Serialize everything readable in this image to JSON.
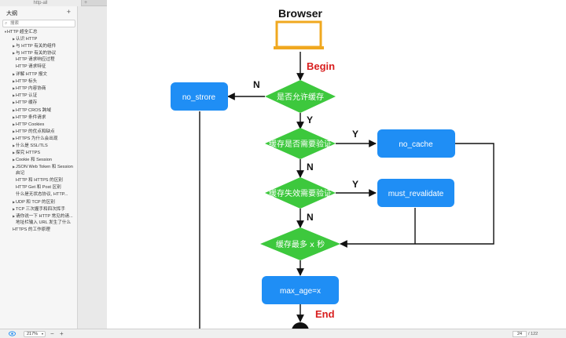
{
  "tab": {
    "title": "http-all"
  },
  "sidebar": {
    "title": "大纲",
    "add": "+",
    "search_placeholder": "搜索",
    "items": [
      {
        "label": "HTTP 超全汇总",
        "arrow": "▼",
        "indent": 5
      },
      {
        "label": "认识 HTTP",
        "arrow": "▶",
        "indent": 16
      },
      {
        "label": "与 HTTP 有关的组件",
        "arrow": "▶",
        "indent": 16
      },
      {
        "label": "与 HTTP 有关的协议",
        "arrow": "▶",
        "indent": 16
      },
      {
        "label": "HTTP 请求响应过程",
        "arrow": "",
        "indent": 20
      },
      {
        "label": "HTTP 请求特征",
        "arrow": "",
        "indent": 20
      },
      {
        "label": "详解 HTTP 报文",
        "arrow": "▶",
        "indent": 16
      },
      {
        "label": "HTTP 标头",
        "arrow": "▶",
        "indent": 16
      },
      {
        "label": "HTTP 内容协商",
        "arrow": "▶",
        "indent": 16
      },
      {
        "label": "HTTP 认证",
        "arrow": "▶",
        "indent": 16
      },
      {
        "label": "HTTP 缓存",
        "arrow": "▶",
        "indent": 16
      },
      {
        "label": "HTTP CROS 跨域",
        "arrow": "▶",
        "indent": 16
      },
      {
        "label": "HTTP 条件请求",
        "arrow": "▶",
        "indent": 16
      },
      {
        "label": "HTTP Cookies",
        "arrow": "▶",
        "indent": 16
      },
      {
        "label": "HTTP 的优点和缺点",
        "arrow": "▶",
        "indent": 16
      },
      {
        "label": "HTTPS 为什么会出现",
        "arrow": "▶",
        "indent": 16
      },
      {
        "label": "什么是 SSL/TLS",
        "arrow": "▶",
        "indent": 16
      },
      {
        "label": "探究 HTTPS",
        "arrow": "▶",
        "indent": 16
      },
      {
        "label": "Cookie 和 Session",
        "arrow": "▶",
        "indent": 16
      },
      {
        "label": "JSON Web Token 和 Session",
        "arrow": "▶",
        "indent": 16
      },
      {
        "label": "启记",
        "arrow": "",
        "indent": 20
      },
      {
        "label": "HTTP 和 HTTPS 的区别",
        "arrow": "",
        "indent": 20
      },
      {
        "label": "HTTP Get 和 Post 区别",
        "arrow": "",
        "indent": 20
      },
      {
        "label": "什么是无状态协议, HTTP...",
        "arrow": "",
        "indent": 20
      },
      {
        "label": "UDP 和 TCP 的区别",
        "arrow": "▶",
        "indent": 16
      },
      {
        "label": "TCP 三次握手和四次挥手",
        "arrow": "▶",
        "indent": 16
      },
      {
        "label": "请你说一下 HTTP 常见的请...",
        "arrow": "▶",
        "indent": 16
      },
      {
        "label": "地址栏输入 URL 发生了什么",
        "arrow": "",
        "indent": 20
      },
      {
        "label": "HTTPS 的工作原理",
        "arrow": "",
        "indent": 16
      }
    ]
  },
  "flowchart": {
    "browser": "Browser",
    "begin": "Begin",
    "end": "End",
    "d1": "是否允许缓存",
    "d2": "缓存是否需要验证",
    "d3": "缓存失效需要验证",
    "d4": "缓存最多 x 秒",
    "no_store": "no_strore",
    "no_cache": "no_cache",
    "must_revalidate": "must_revalidate",
    "max_age": "max_age=x",
    "label_n1": "N",
    "label_y1": "Y",
    "label_y2": "Y",
    "label_n2": "N",
    "label_y3": "Y",
    "label_n3": "N",
    "colors": {
      "diamond": "#3dc83d",
      "box": "#1f8ef5",
      "begin": "#d81e1e",
      "laptop": "#f0a81f"
    }
  },
  "statusbar": {
    "zoom": "217%",
    "zoom_minus": "−",
    "zoom_plus": "+",
    "page": "24",
    "page_total": "/ 122"
  }
}
